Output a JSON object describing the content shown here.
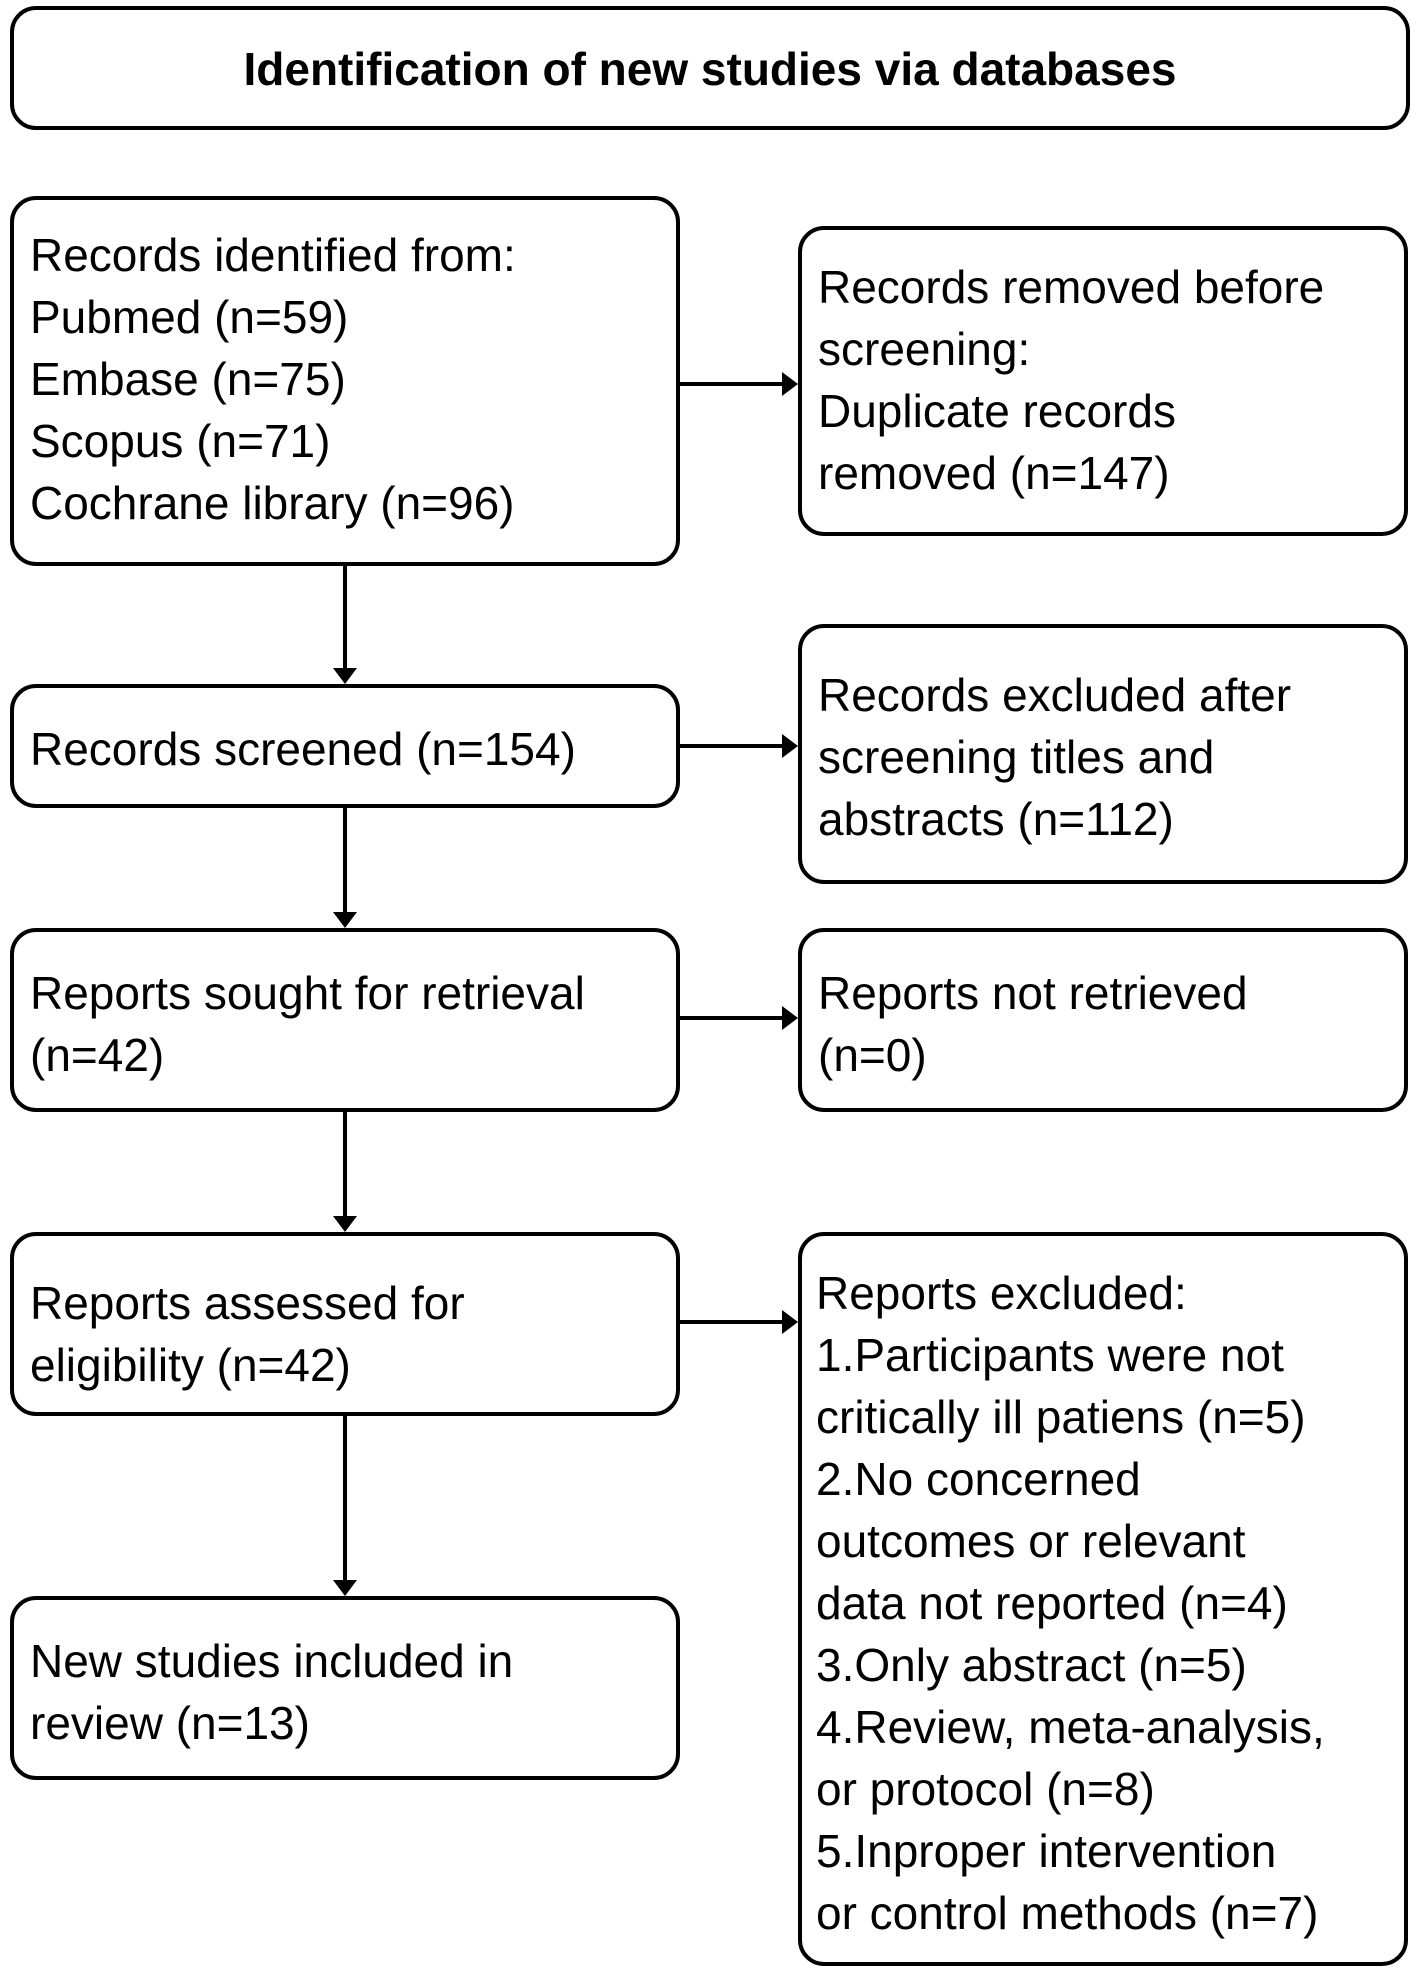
{
  "header": {
    "title": "Identification of new studies via databases"
  },
  "left": {
    "identified": [
      "Records identified from:",
      "Pubmed (n=59)",
      "Embase (n=75)",
      "Scopus (n=71)",
      "Cochrane library (n=96)"
    ],
    "screened": [
      "Records screened (n=154)"
    ],
    "sought": [
      "Reports sought for retrieval",
      "(n=42)"
    ],
    "assessed": [
      "Reports assessed for",
      "eligibility (n=42)"
    ],
    "included": [
      "New studies included in",
      "review (n=13)"
    ]
  },
  "right": {
    "removed": [
      "Records removed before",
      "screening:",
      "Duplicate records",
      "removed (n=147)"
    ],
    "excluded_screening": [
      "Records excluded after",
      "screening titles and",
      "abstracts (n=112)"
    ],
    "not_retrieved": [
      "Reports not retrieved",
      "(n=0)"
    ],
    "excluded_reports": [
      "Reports excluded:",
      "1.Participants were not",
      "critically ill patiens (n=5)",
      "2.No concerned",
      "outcomes or relevant",
      "data not reported (n=4)",
      "3.Only abstract (n=5)",
      "4.Review, meta-analysis,",
      "or protocol (n=8)",
      "5.Inproper intervention",
      "or control methods (n=7)"
    ]
  },
  "colors": {
    "stroke": "#000000",
    "background": "#ffffff"
  }
}
